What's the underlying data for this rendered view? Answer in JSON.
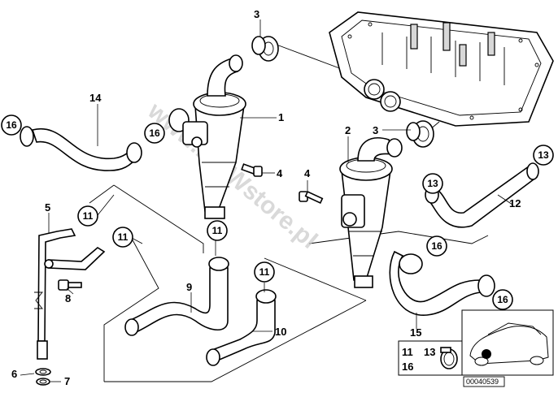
{
  "watermark": "www.BMWstore.pl",
  "callouts": {
    "c1": "1",
    "c2": "2",
    "c3a": "3",
    "c3b": "3",
    "c4a": "4",
    "c4b": "4",
    "c5": "5",
    "c6": "6",
    "c7": "7",
    "c8": "8",
    "c9": "9",
    "c10": "10",
    "c12": "12",
    "c14": "14",
    "c15": "15"
  },
  "circled": {
    "k16a": "16",
    "k16b": "16",
    "k16c": "16",
    "k16d": "16",
    "k11a": "11",
    "k11b": "11",
    "k11c": "11",
    "k11d": "11",
    "k13a": "13",
    "k13b": "13"
  },
  "clamp_box": {
    "a": "11",
    "b": "13",
    "c": "16"
  },
  "ref_number": "00040539"
}
